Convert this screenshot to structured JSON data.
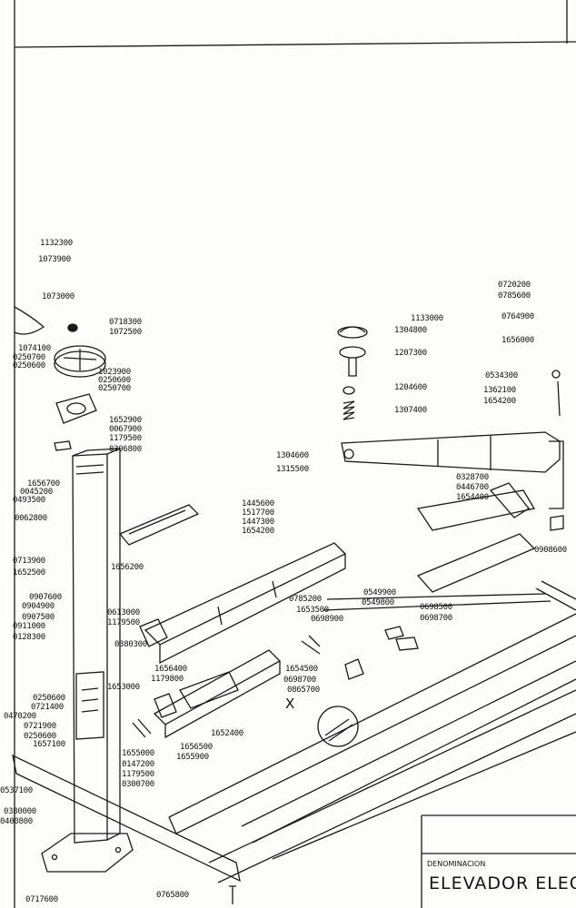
{
  "title_block": {
    "denomination_label": "DENOMINACION",
    "title": "ELEVADOR ELEC"
  },
  "detail_marker": "X",
  "part_labels": [
    "1132300",
    "1073900",
    "1073000",
    "0718300",
    "1072500",
    "1074100",
    "0250700",
    "0250600",
    "1023900",
    "0250600",
    "0250700",
    "1652900",
    "0067900",
    "1179500",
    "0306800",
    "1304800",
    "1133000",
    "1207300",
    "1204600",
    "1307400",
    "1304600",
    "1315500",
    "0720200",
    "0785600",
    "0764900",
    "1656000",
    "0534300",
    "1362100",
    "1654200",
    "0328700",
    "0446700",
    "1654400",
    "0908600",
    "1445600",
    "1517700",
    "1447300",
    "1654200",
    "1656200",
    "0613000",
    "1179500",
    "0713900",
    "1652500",
    "0907600",
    "0904900",
    "0907500",
    "0911000",
    "0128300",
    "0380300",
    "1656400",
    "1179800",
    "1653000",
    "0785200",
    "1653500",
    "0698900",
    "0549900",
    "0549800",
    "0698500",
    "0698700",
    "1654500",
    "0698700",
    "0865700",
    "1652400",
    "1656500",
    "1655900",
    "1655000",
    "0147200",
    "1179500",
    "0300700",
    "0250600",
    "0721400",
    "0470200",
    "0721900",
    "0250600",
    "1657100",
    "0062800",
    "1656700",
    "0493500",
    "0045200",
    "0380000",
    "0400800",
    "0765800",
    "0717600",
    "0537100"
  ]
}
